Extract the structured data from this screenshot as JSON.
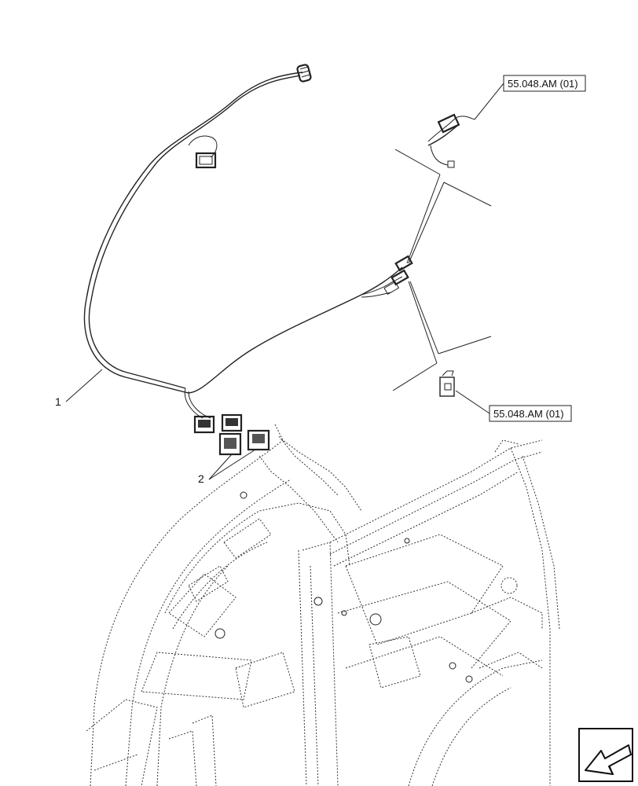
{
  "diagram": {
    "callouts": [
      {
        "id": "top-ref",
        "text": "55.048.AM (01)"
      },
      {
        "id": "bottom-ref",
        "text": "55.048.AM (01)"
      }
    ],
    "item_numbers": [
      {
        "id": "item-1",
        "text": "1"
      },
      {
        "id": "item-2",
        "text": "2"
      }
    ],
    "nav_icon": "arrow-left-down-icon"
  }
}
